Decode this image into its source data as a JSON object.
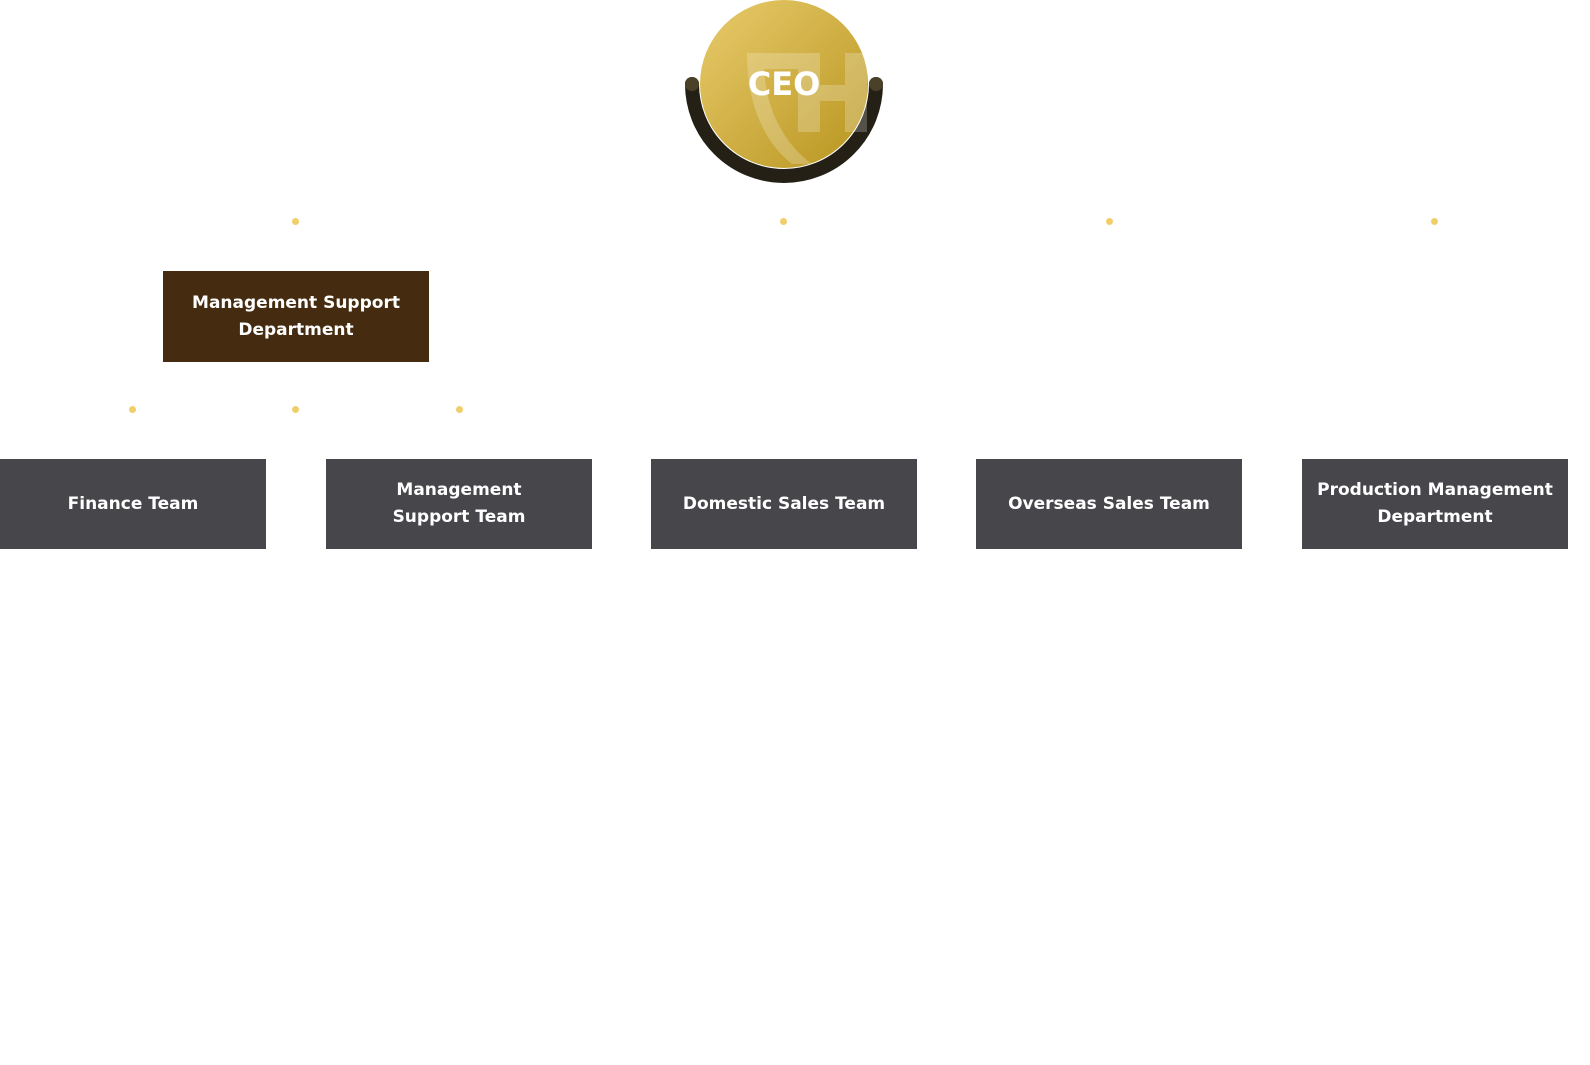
{
  "ceo": {
    "label": "CEO"
  },
  "departments": [
    {
      "label": "Management Support Department"
    }
  ],
  "teams": [
    {
      "label": "Finance Team"
    },
    {
      "label": "Management Support Team"
    },
    {
      "label": "Domestic Sales Team"
    },
    {
      "label": "Overseas Sales Team"
    },
    {
      "label": "Production Management Department"
    }
  ],
  "colors": {
    "gold": "#d8b547",
    "team": "#47464b",
    "dept": "#452c10",
    "dot": "#f0cf6a",
    "ring": "#242015"
  }
}
